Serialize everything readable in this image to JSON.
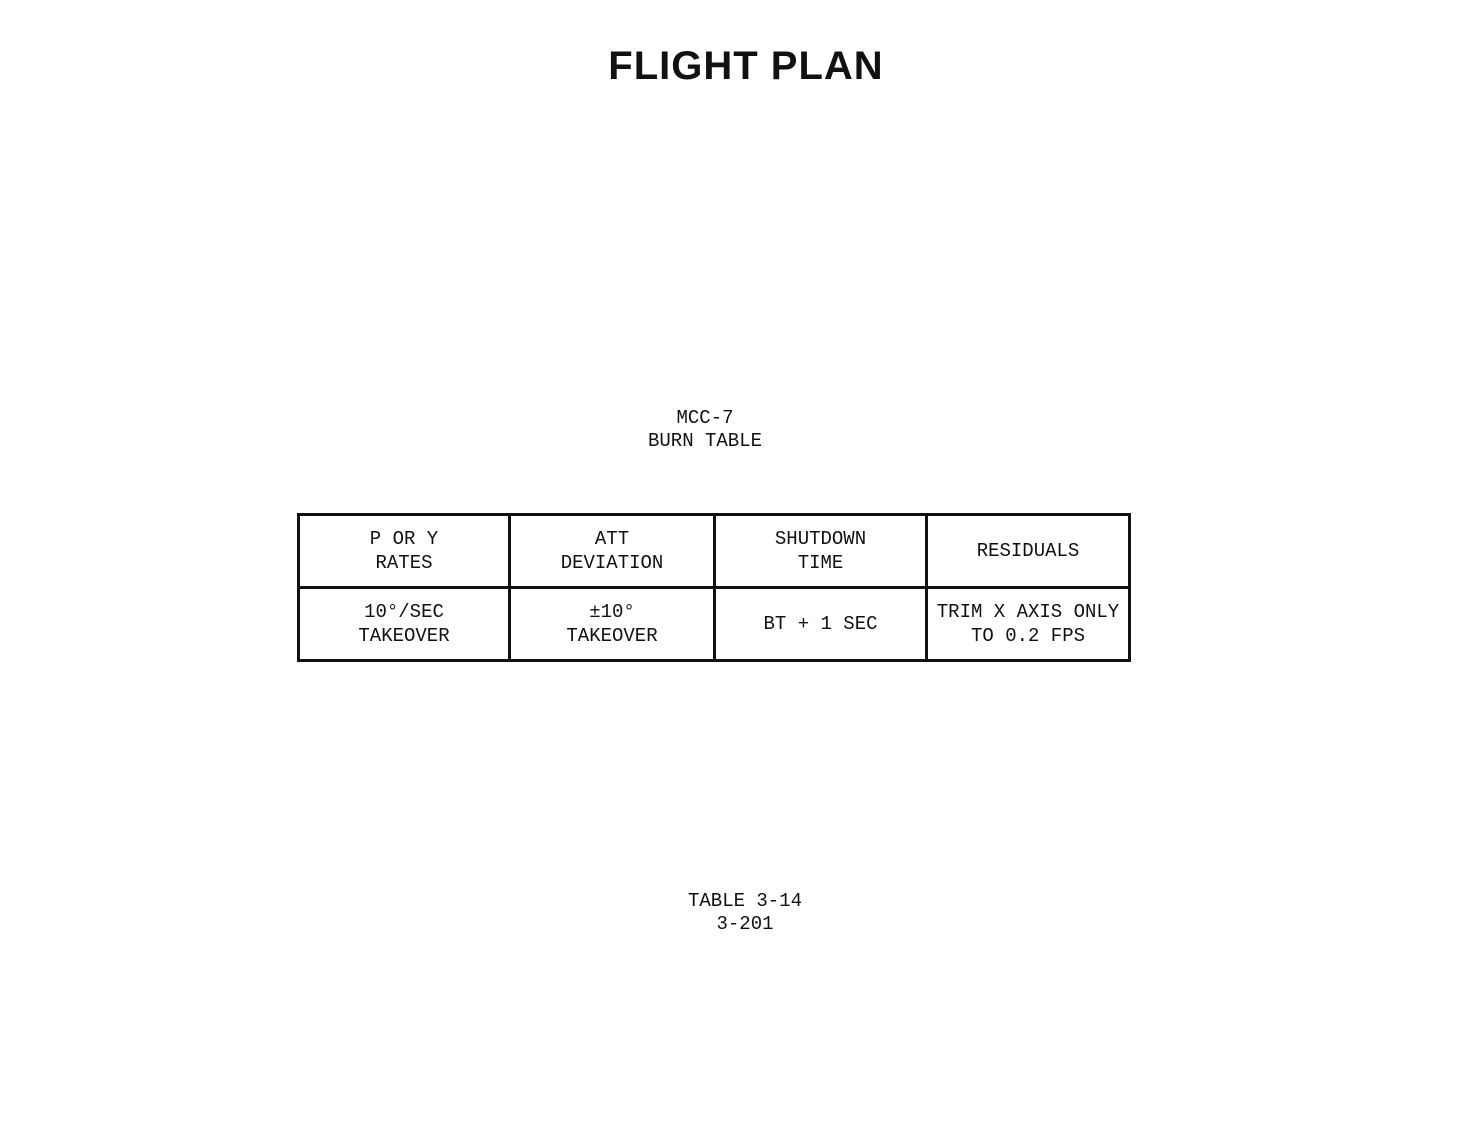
{
  "header": {
    "title": "FLIGHT PLAN"
  },
  "caption": {
    "line1": "MCC-7",
    "line2": "BURN TABLE"
  },
  "table": {
    "headers": [
      [
        "P OR Y",
        "RATES"
      ],
      [
        "ATT",
        "DEVIATION"
      ],
      [
        "SHUTDOWN",
        "TIME"
      ],
      [
        "RESIDUALS"
      ]
    ],
    "rows": [
      [
        [
          "10°/SEC",
          "TAKEOVER"
        ],
        [
          "±10°",
          "TAKEOVER"
        ],
        [
          "BT + 1 SEC"
        ],
        [
          "TRIM X AXIS ONLY",
          "TO 0.2 FPS"
        ]
      ]
    ]
  },
  "footer": {
    "table_number": "TABLE 3-14",
    "page_number": "3-201"
  }
}
